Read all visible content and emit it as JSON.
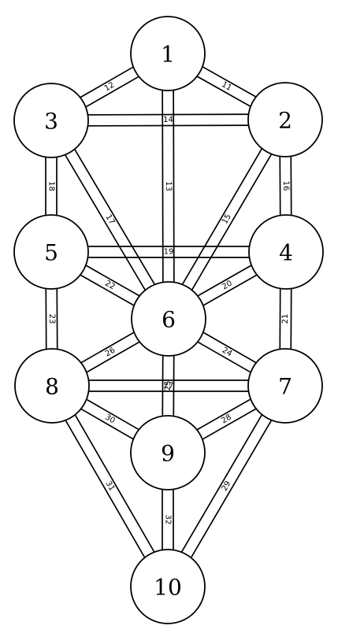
{
  "diagram": {
    "nodes": [
      {
        "id": "1",
        "label": "1"
      },
      {
        "id": "2",
        "label": "2"
      },
      {
        "id": "3",
        "label": "3"
      },
      {
        "id": "4",
        "label": "4"
      },
      {
        "id": "5",
        "label": "5"
      },
      {
        "id": "6",
        "label": "6"
      },
      {
        "id": "7",
        "label": "7"
      },
      {
        "id": "8",
        "label": "8"
      },
      {
        "id": "9",
        "label": "9"
      },
      {
        "id": "10",
        "label": "10"
      }
    ],
    "paths": [
      {
        "from": "1",
        "to": "2",
        "label": "11"
      },
      {
        "from": "1",
        "to": "3",
        "label": "12"
      },
      {
        "from": "1",
        "to": "6",
        "label": "13"
      },
      {
        "from": "2",
        "to": "3",
        "label": "14"
      },
      {
        "from": "2",
        "to": "6",
        "label": "15"
      },
      {
        "from": "2",
        "to": "4",
        "label": "16"
      },
      {
        "from": "3",
        "to": "6",
        "label": "17"
      },
      {
        "from": "3",
        "to": "5",
        "label": "18"
      },
      {
        "from": "4",
        "to": "5",
        "label": "19"
      },
      {
        "from": "4",
        "to": "6",
        "label": "20"
      },
      {
        "from": "4",
        "to": "7",
        "label": "21"
      },
      {
        "from": "5",
        "to": "6",
        "label": "22"
      },
      {
        "from": "5",
        "to": "8",
        "label": "23"
      },
      {
        "from": "6",
        "to": "7",
        "label": "24"
      },
      {
        "from": "6",
        "to": "9",
        "label": "25"
      },
      {
        "from": "6",
        "to": "8",
        "label": "26"
      },
      {
        "from": "7",
        "to": "8",
        "label": "27"
      },
      {
        "from": "7",
        "to": "9",
        "label": "28"
      },
      {
        "from": "7",
        "to": "10",
        "label": "29"
      },
      {
        "from": "8",
        "to": "9",
        "label": "30"
      },
      {
        "from": "8",
        "to": "10",
        "label": "31"
      },
      {
        "from": "9",
        "to": "10",
        "label": "32"
      }
    ]
  }
}
